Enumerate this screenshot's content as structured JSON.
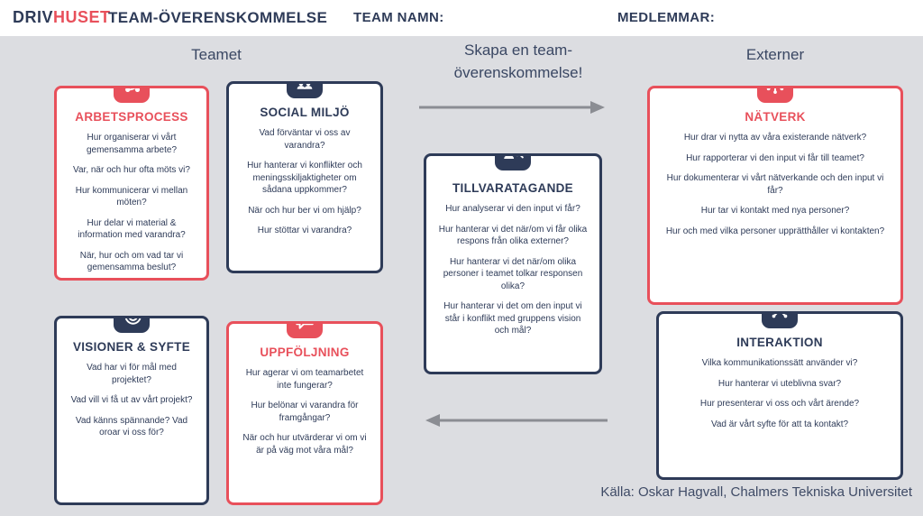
{
  "header": {
    "logo_part1": "DRIV",
    "logo_part2": "HUSET",
    "title": "TEAM-ÖVERENSKOMMELSE",
    "team_name_label": "TEAM NAMN:",
    "members_label": "MEDLEMMAR:"
  },
  "headings": {
    "left": "Teamet",
    "center": "Skapa en team-överenskommelse!",
    "right": "Externer"
  },
  "boxes": {
    "arbetsprocess": {
      "title": "ARBETSPROCESS",
      "icon": "workflow-icon",
      "questions": [
        "Hur organiserar vi vårt gemensamma arbete?",
        "Var, när och hur ofta möts vi?",
        "Hur kommunicerar vi mellan möten?",
        "Hur delar vi material & information med varandra?",
        "När, hur och om vad tar vi gemensamma beslut?"
      ]
    },
    "social_miljo": {
      "title": "SOCIAL MILJÖ",
      "icon": "people-presentation-icon",
      "questions": [
        "Vad förväntar vi oss av varandra?",
        "Hur hanterar vi konflikter och meningsskiljaktigheter om sådana uppkommer?",
        "När och hur ber vi om hjälp?",
        "Hur stöttar vi varandra?"
      ]
    },
    "visioner_syfte": {
      "title": "VISIONER & SYFTE",
      "icon": "target-icon",
      "questions": [
        "Vad har vi för mål med projektet?",
        "Vad vill vi få ut av vårt projekt?",
        "Vad känns spännande? Vad oroar vi oss för?"
      ]
    },
    "uppfoljning": {
      "title": "UPPFÖLJNING",
      "icon": "chat-bubble-icon",
      "questions": [
        "Hur agerar vi om teamarbetet inte fungerar?",
        "Hur belönar vi varandra för framgångar?",
        "När och hur utvärderar vi om vi är på väg mot våra mål?"
      ]
    },
    "tillvaratagande": {
      "title": "TILLVARATAGANDE",
      "icon": "person-analysis-icon",
      "questions": [
        "Hur analyserar vi den input vi får?",
        "Hur hanterar vi det när/om vi får olika respons från olika externer?",
        "Hur hanterar vi det när/om olika personer i teamet tolkar responsen olika?",
        "Hur hanterar vi det om den input vi står i konflikt med gruppens vision och mål?"
      ]
    },
    "natverk": {
      "title": "NÄTVERK",
      "icon": "network-share-icon",
      "questions": [
        "Hur drar vi nytta av våra existerande nätverk?",
        "Hur rapporterar vi den input vi får till teamet?",
        "Hur dokumenterar vi vårt nätverkande och den input vi får?",
        "Hur tar vi kontakt med nya personer?",
        "Hur och med vilka personer upprätthåller vi kontakten?"
      ]
    },
    "interaktion": {
      "title": "INTERAKTION",
      "icon": "network-nodes-icon",
      "questions": [
        "Vilka kommunikationssätt använder vi?",
        "Hur hanterar vi uteblivna svar?",
        "Hur presenterar vi oss och vårt ärende?",
        "Vad är vårt syfte för att ta kontakt?"
      ]
    }
  },
  "footer": {
    "source": "Källa: Oskar Hagvall, Chalmers Tekniska Universitet"
  },
  "colors": {
    "red": "#e8505b",
    "navy": "#2e3b58",
    "bg": "#dcdde1",
    "arrow": "#8b8d93",
    "footer": "#3f4b66"
  }
}
